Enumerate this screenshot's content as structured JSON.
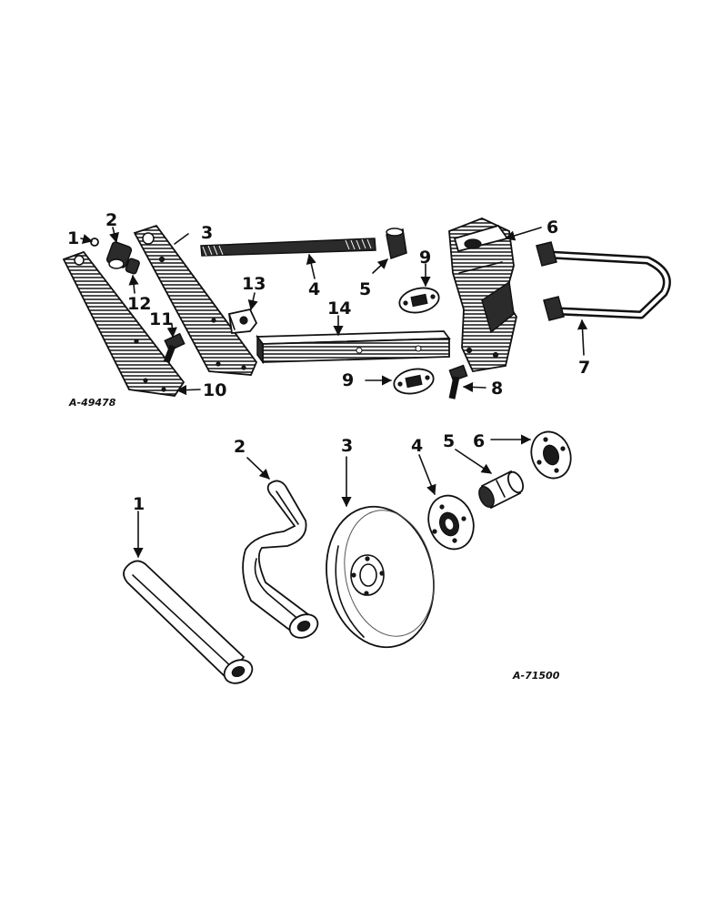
{
  "figure_codes": {
    "upper": "A-49478",
    "lower": "A-71500"
  },
  "upper_callouts": [
    "1",
    "2",
    "3",
    "4",
    "5",
    "6",
    "7",
    "8",
    "9",
    "9",
    "10",
    "11",
    "12",
    "13",
    "14"
  ],
  "lower_callouts": [
    "1",
    "2",
    "3",
    "4",
    "5",
    "6"
  ],
  "colors": {
    "ink": "#111111",
    "paper": "#ffffff"
  }
}
